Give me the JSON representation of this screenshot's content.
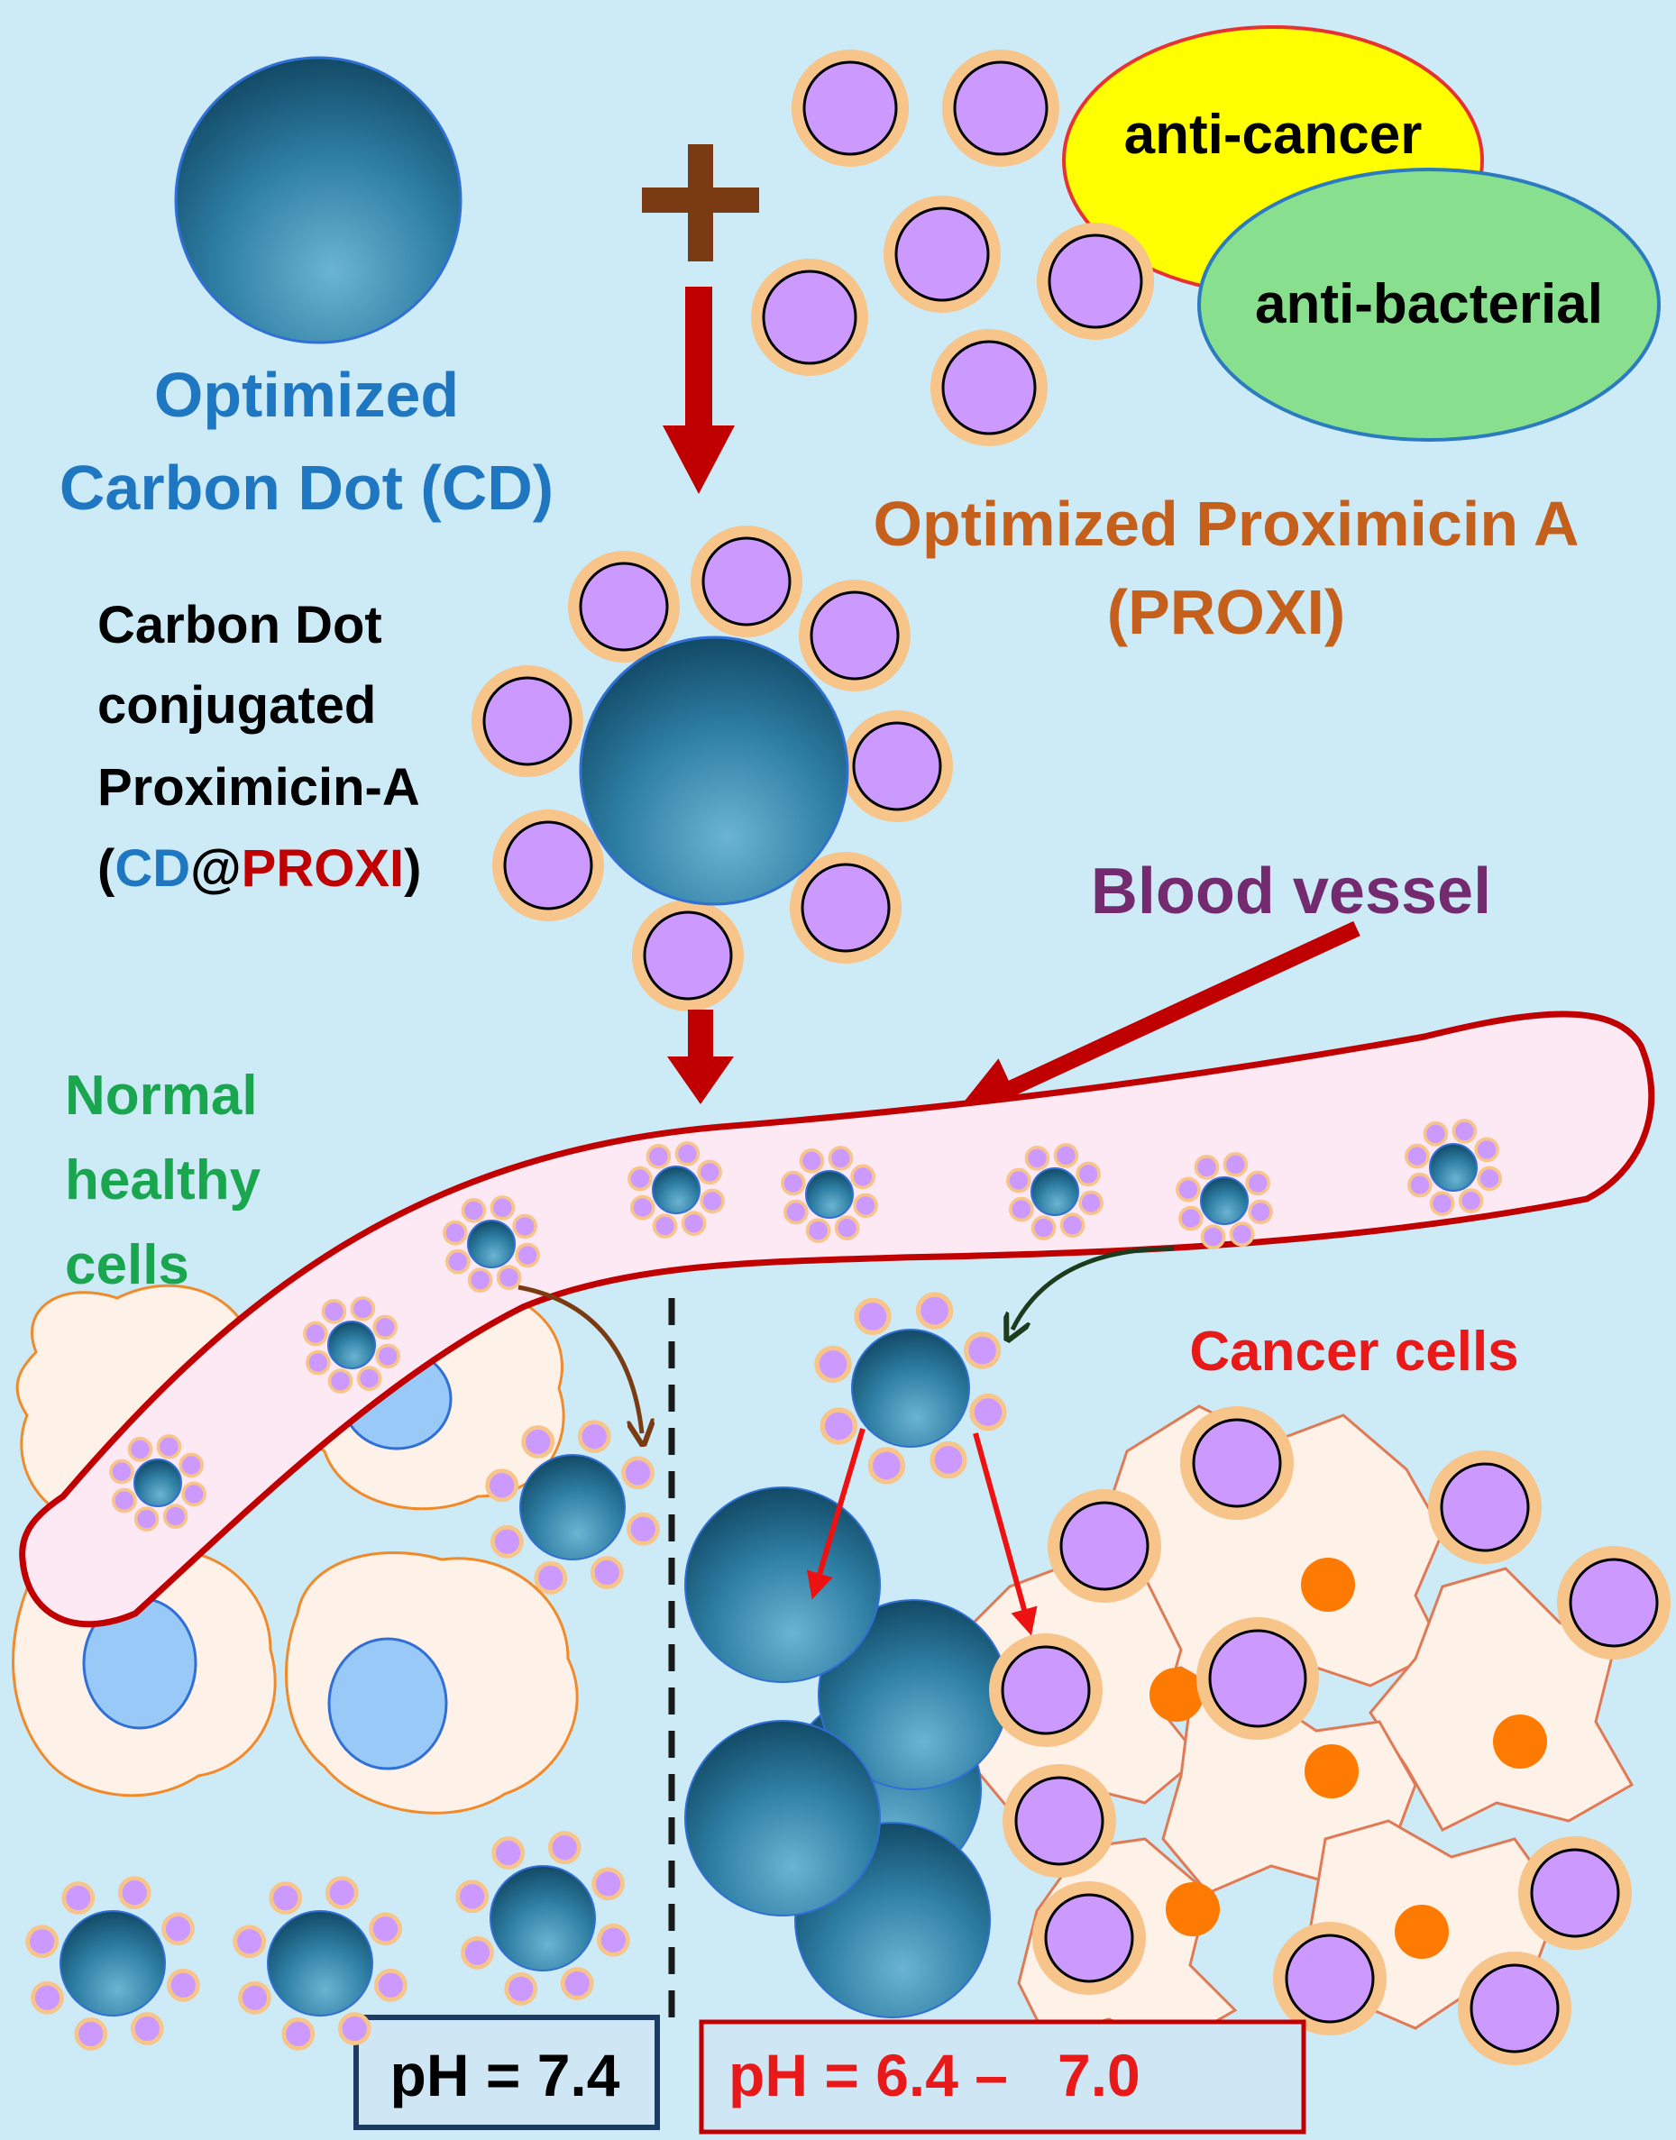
{
  "labels": {
    "cd_line1": "Optimized",
    "cd_line2": "Carbon Dot (CD)",
    "anti_cancer": "anti-cancer",
    "anti_bacterial": "anti-bacterial",
    "proxi_line1": "Optimized Proximicin A",
    "proxi_line2": "(PROXI)",
    "conj_line1": "Carbon Dot",
    "conj_line2": "conjugated",
    "conj_line3": "Proximicin-A",
    "conj_paren_open": "(",
    "conj_cd": "CD",
    "conj_at": "@",
    "conj_proxi": "PROXI",
    "conj_paren_close": ")",
    "blood_vessel": "Blood vessel",
    "normal_line1": "Normal",
    "normal_line2": "healthy",
    "normal_line3": "cells",
    "cancer_cells": "Cancer cells",
    "ph_normal": "pH = 7.4",
    "ph_cancer": "pH = 6.4 –   7.0"
  },
  "colors": {
    "background": "#cdebf7",
    "carbon_dot": "#2a7398",
    "proxi_fill": "#cc99ff",
    "proxi_ring": "#f7c48a",
    "cd_text": "#1f77c2",
    "proxi_text": "#c5601c",
    "blood_vessel_text": "#742a6e",
    "normal_text": "#1aa64f",
    "cancer_text": "#e81919",
    "arrow_red": "#c00000",
    "arrow_brown": "#7a3b12",
    "ph_normal_border": "#1b3a64",
    "ph_cancer_border": "#c00000"
  }
}
